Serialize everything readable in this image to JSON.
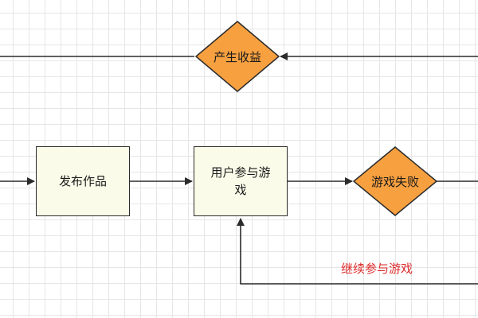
{
  "diagram": {
    "nodes": {
      "revenue": {
        "label": "产生收益",
        "shape": "diamond",
        "color": "#f7a040"
      },
      "publish": {
        "label": "发布作品",
        "shape": "rect",
        "color": "#fbfbe9"
      },
      "participate": {
        "label": "用户参与游戏",
        "shape": "rect",
        "color": "#fbfbe9"
      },
      "fail": {
        "label": "游戏失败",
        "shape": "diamond",
        "color": "#f7a040"
      }
    },
    "edges": [
      {
        "from": "left-offscreen",
        "to": "publish"
      },
      {
        "from": "publish",
        "to": "participate"
      },
      {
        "from": "participate",
        "to": "fail"
      },
      {
        "from": "fail",
        "to": "right-offscreen"
      },
      {
        "from": "right-offscreen",
        "to": "revenue"
      },
      {
        "from": "revenue",
        "to": "left-offscreen"
      },
      {
        "from": "fail",
        "to": "participate",
        "label": "继续参与游戏",
        "label_color": "#dd2b2b"
      }
    ]
  }
}
